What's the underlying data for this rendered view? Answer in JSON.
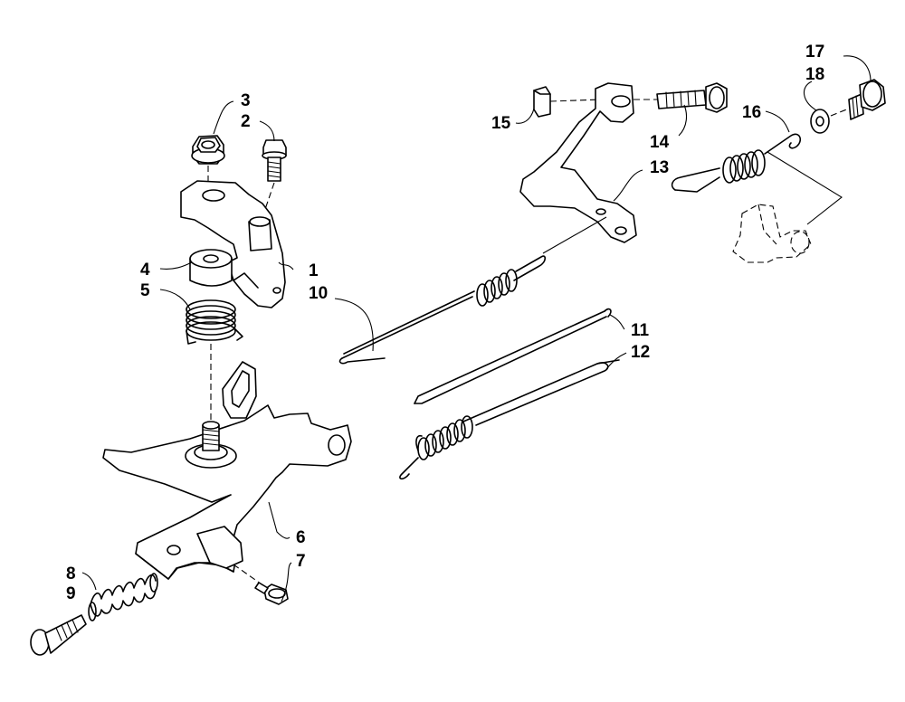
{
  "callouts": [
    {
      "id": "c1",
      "label": "1"
    },
    {
      "id": "c2",
      "label": "2"
    },
    {
      "id": "c3",
      "label": "3"
    },
    {
      "id": "c4",
      "label": "4"
    },
    {
      "id": "c5",
      "label": "5"
    },
    {
      "id": "c6",
      "label": "6"
    },
    {
      "id": "c7",
      "label": "7"
    },
    {
      "id": "c8",
      "label": "8"
    },
    {
      "id": "c9",
      "label": "9"
    },
    {
      "id": "c10",
      "label": "10"
    },
    {
      "id": "c11",
      "label": "11"
    },
    {
      "id": "c12",
      "label": "12"
    },
    {
      "id": "c13",
      "label": "13"
    },
    {
      "id": "c14",
      "label": "14"
    },
    {
      "id": "c15",
      "label": "15"
    },
    {
      "id": "c16",
      "label": "16"
    },
    {
      "id": "c17",
      "label": "17"
    },
    {
      "id": "c18",
      "label": "18"
    }
  ],
  "colors": {
    "line": "#000000",
    "background": "#ffffff"
  }
}
